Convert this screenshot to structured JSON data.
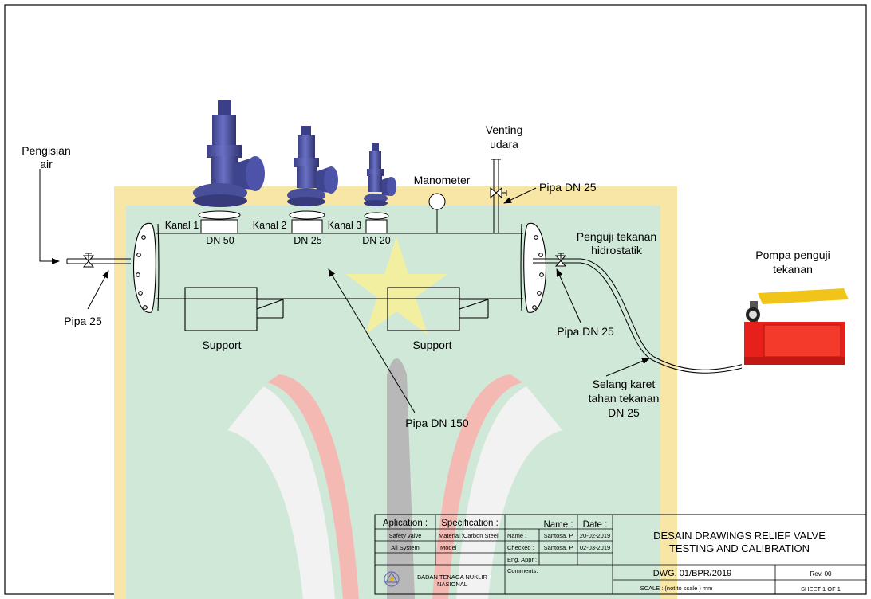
{
  "labels": {
    "pengisian_line1": "Pengisian",
    "pengisian_line2": "air",
    "venting_line1": "Venting",
    "venting_line2": "udara",
    "manometer": "Manometer",
    "pipa_dn25_top": "Pipa DN 25",
    "kanal1": "Kanal 1",
    "kanal2": "Kanal 2",
    "kanal3": "Kanal 3",
    "dn50": "DN 50",
    "dn25": "DN 25",
    "dn20": "DN 20",
    "penguji_line1": "Penguji tekanan",
    "penguji_line2": "hidrostatik",
    "pompa_line1": "Pompa penguji",
    "pompa_line2": "tekanan",
    "pipa25": "Pipa 25",
    "support_left": "Support",
    "support_right": "Support",
    "pipa_dn25_right": "Pipa DN 25",
    "selang_line1": "Selang karet",
    "selang_line2": "tahan tekanan",
    "selang_line3": "DN 25",
    "pipa_dn150": "Pipa DN 150"
  },
  "title_block": {
    "aplication_header": "Aplication :",
    "specification_header": "Specification :",
    "name_header": "Name :",
    "date_header": "Date :",
    "aplication_1": "Safety valve",
    "aplication_2": "All System",
    "spec_1": "Material :Carbon Steel",
    "spec_2": "Model    :",
    "role_name": "Name      :",
    "role_checked": "Checked :",
    "role_eng": "Eng. Appr :",
    "role_comments": "Comments:",
    "name_1": "Santosa. P",
    "name_2": "Santosa. P",
    "date_1": "20-02-2019",
    "date_2": "02-03-2019",
    "org_line1": "BADAN TENAGA NUKLIR",
    "org_line2": "NASIONAL",
    "title_line1": "DESAIN DRAWINGS RELIEF VALVE",
    "title_line2": "TESTING AND CALIBRATION",
    "dwg": "DWG. 01/BPR/2019",
    "rev": "Rev. 00",
    "scale": "SCALE : (not to scale )  mm",
    "sheet": "SHEET 1 OF 1"
  },
  "colors": {
    "valve_body": "#4a4f9a",
    "watermark_green": "#cfe8d8",
    "watermark_frame": "#f7e6a6",
    "watermark_star": "#f3efa0",
    "pump_red": "#e8201c",
    "pump_handle": "#f0c419"
  },
  "icons": [
    "valve-icon",
    "arrow-icon",
    "manometer-icon",
    "batan-logo-icon"
  ]
}
